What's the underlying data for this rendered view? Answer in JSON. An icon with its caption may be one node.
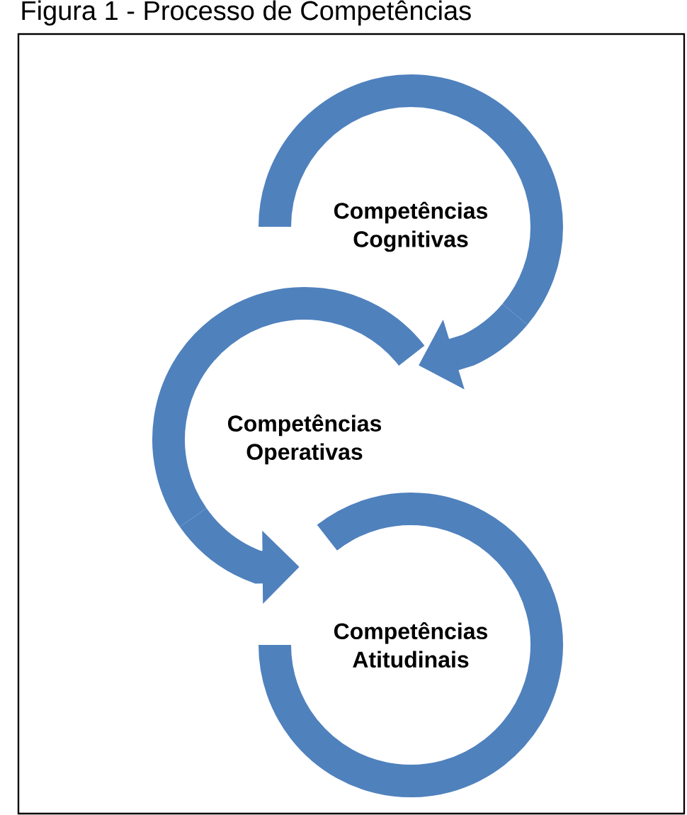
{
  "diagram": {
    "title": "Figura 1 - Processo de Competências",
    "nodes": [
      {
        "text": [
          "Competências Cognitivas"
        ]
      },
      {
        "text": [
          "Competências Operativas"
        ]
      },
      {
        "text": [
          "Competências Atitudinais"
        ]
      }
    ],
    "edges": [
      {
        "from": 0,
        "to": 1,
        "arrow": "to"
      },
      {
        "from": 1,
        "to": 2,
        "arrow": "to"
      }
    ]
  }
}
